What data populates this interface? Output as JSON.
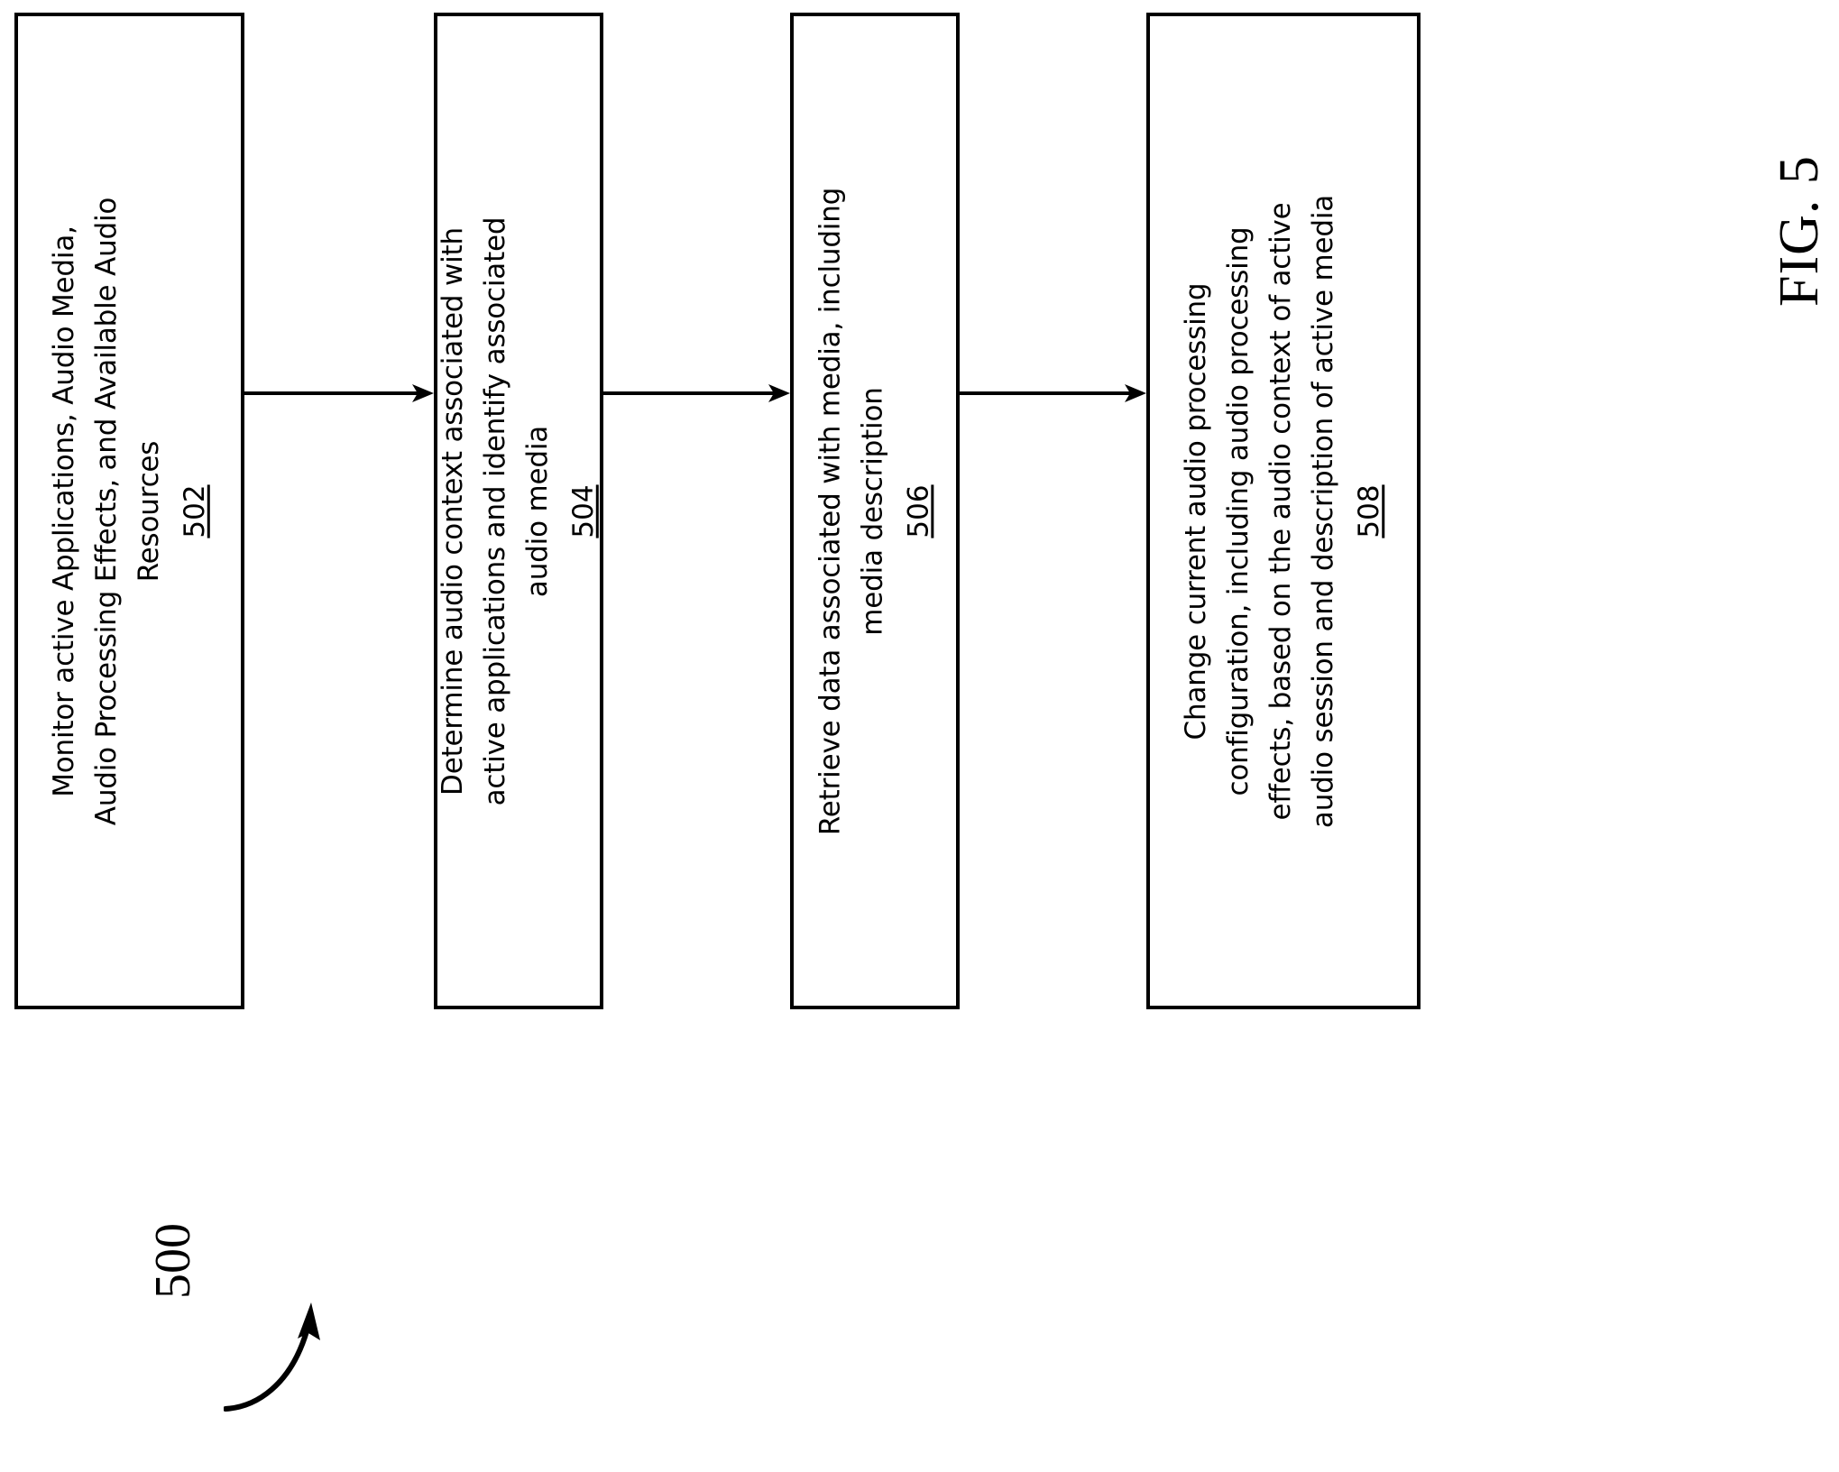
{
  "figure": {
    "caption": "FIG. 5",
    "number_label": "500",
    "lead_arrow": "curved-arrow-icon",
    "line_color": "#000000",
    "background_color": "#ffffff"
  },
  "flow": {
    "orientation": "rotated-90-counterclockwise",
    "steps": [
      {
        "id": "step-502",
        "ref": "502",
        "lines": [
          "Monitor active Applications, Audio Media,",
          "Audio Processing Effects, and Available Audio",
          "Resources"
        ]
      },
      {
        "id": "step-504",
        "ref": "504",
        "lines": [
          "Determine audio context associated with",
          "active applications and identify associated",
          "audio media"
        ]
      },
      {
        "id": "step-506",
        "ref": "506",
        "lines": [
          "Retrieve data associated with media, including",
          "media description"
        ]
      },
      {
        "id": "step-508",
        "ref": "508",
        "lines": [
          "Change current audio processing",
          "configuration, including audio processing",
          "effects, based on the audio context of active",
          "audio session and description of active media"
        ]
      }
    ],
    "connectors": [
      {
        "id": "connector-502-504",
        "from": "step-502",
        "to": "step-504",
        "icon": "arrow-right-icon"
      },
      {
        "id": "connector-504-506",
        "from": "step-504",
        "to": "step-506",
        "icon": "arrow-right-icon"
      },
      {
        "id": "connector-506-508",
        "from": "step-506",
        "to": "step-508",
        "icon": "arrow-right-icon"
      }
    ]
  }
}
